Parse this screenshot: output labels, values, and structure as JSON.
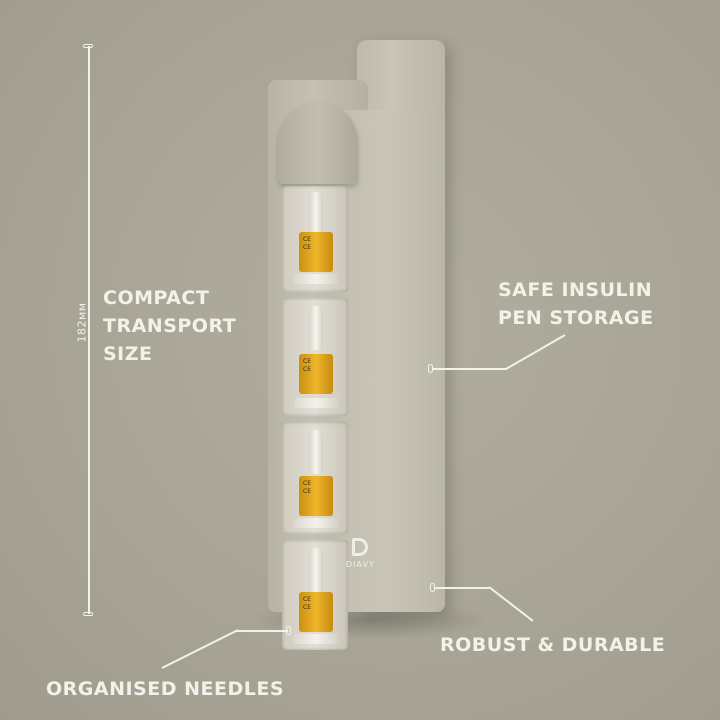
{
  "measurement": {
    "label": "182мм"
  },
  "features": {
    "compact": {
      "lines": [
        "COMPACT",
        "TRANSPORT",
        "SIZE"
      ]
    },
    "safe_storage": {
      "lines": [
        "SAFE INSULIN",
        "PEN STORAGE"
      ]
    },
    "robust": {
      "text": "ROBUST & DURABLE"
    },
    "needles": {
      "text": "ORGANISED NEEDLES"
    }
  },
  "product": {
    "brand": "DIAVY",
    "needle_count": 4,
    "colors": {
      "case": "#c4c0b2",
      "needle_hub": "#f0b62a",
      "background": "#a9a598",
      "text": "#f4f1ea"
    }
  }
}
